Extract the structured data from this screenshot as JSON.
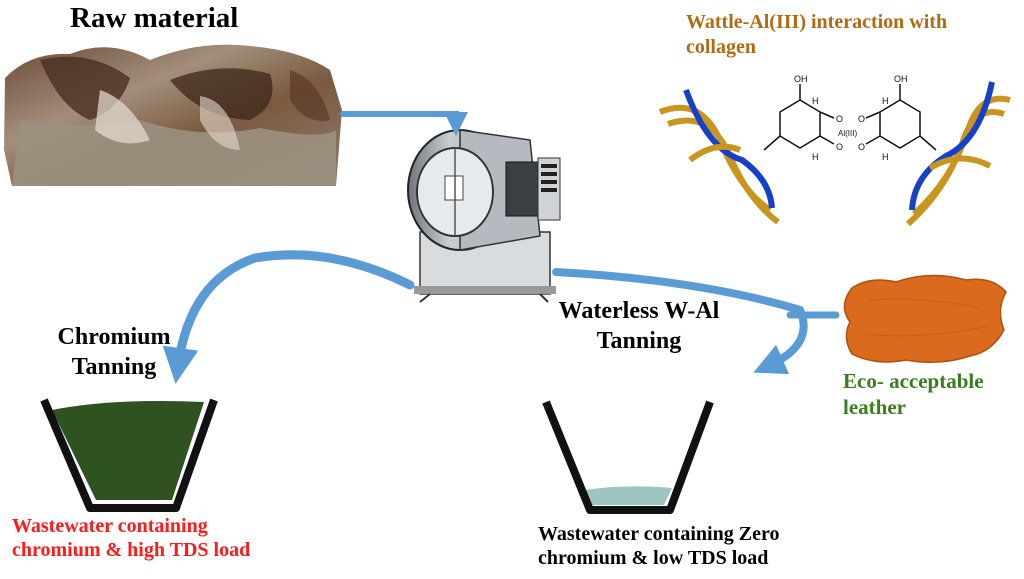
{
  "labels": {
    "raw_material": "Raw material",
    "wattle_line1": "Wattle-Al(III) interaction with",
    "wattle_line2": "collagen",
    "chromium_line1": "Chromium",
    "chromium_line2": "Tanning",
    "waterless_line1": "Waterless W-Al",
    "waterless_line2": "Tanning",
    "eco_line1": "Eco- acceptable",
    "eco_line2": "leather",
    "waste_chrom_line1": "Wastewater containing",
    "waste_chrom_line2": "chromium & high TDS load",
    "waste_zero_line1": "Wastewater containing Zero",
    "waste_zero_line2": "chromium & low TDS load"
  },
  "molecule": {
    "oh": "OH",
    "h": "H",
    "o": "O",
    "al": "Al(III)"
  },
  "colors": {
    "arrow": "#5b9bd5",
    "wattle_text": "#b06a12",
    "eco_text": "#3a7d1e",
    "red_text": "#ff1a1a",
    "green_liquid": "#2e5220",
    "leather": "#d96a1e",
    "helix_gold": "#c8961e",
    "helix_blue": "#1540c8"
  },
  "icons": {
    "raw_hides": "raw-hides-image",
    "drum": "tanning-drum-image",
    "leather": "leather-hide-image",
    "beaker_left": "beaker-green-icon",
    "beaker_right": "beaker-clear-icon"
  }
}
